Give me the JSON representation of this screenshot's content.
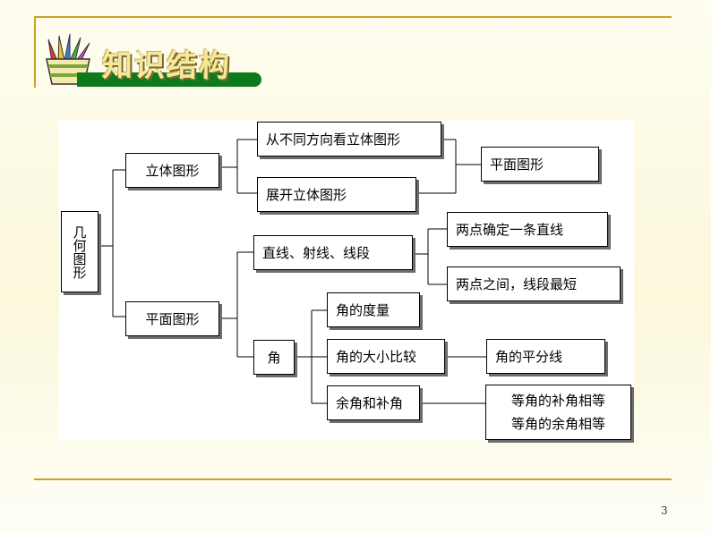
{
  "header": {
    "title": "知识结构"
  },
  "root": {
    "label": "几何图形"
  },
  "solid": {
    "label": "立体图形",
    "children": [
      "从不同方向看立体图形",
      "展开立体图形"
    ],
    "result": "平面图形"
  },
  "plane": {
    "label": "平面图形",
    "line": {
      "label": "直线、射线、线段",
      "facts": [
        "两点确定一条直线",
        "两点之间，线段最短"
      ]
    },
    "angle": {
      "label": "角",
      "measure": "角的度量",
      "compare": "角的大小比较",
      "bisector": "角的平分线",
      "comp_supp": "余角和补角",
      "equal_rules": [
        "等角的补角相等",
        "等角的余角相等"
      ]
    }
  },
  "footer": {
    "page_number": "3"
  }
}
